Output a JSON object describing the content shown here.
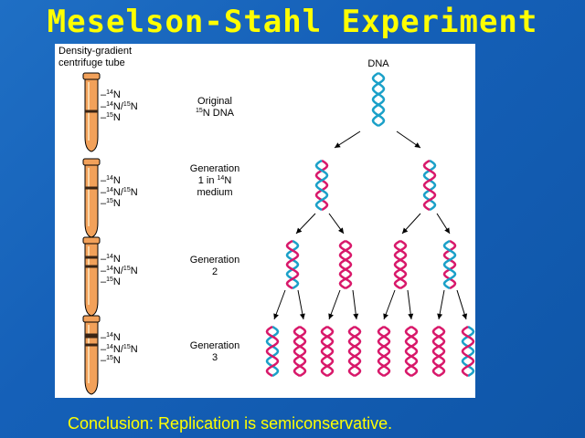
{
  "title": "Meselson-Stahl Experiment",
  "tube_header": {
    "line1": "Density-gradient",
    "line2": "centrifuge tube"
  },
  "band_labels": {
    "n14": "N",
    "n14_sup": "14",
    "hybrid_sup1": "14",
    "hybrid_mid": "N/",
    "hybrid_sup2": "15",
    "hybrid_end": "N",
    "n15_sup": "15",
    "n15": "N"
  },
  "generations": [
    {
      "line1": "Original",
      "line2_sup": "15",
      "line2": "N DNA",
      "line3": ""
    },
    {
      "line1": "Generation",
      "line2": "1 in ",
      "line2_sup": "14",
      "line2_end": "N",
      "line3": "medium"
    },
    {
      "line1": "Generation",
      "line2": "2"
    },
    {
      "line1": "Generation",
      "line2": "3"
    }
  ],
  "dna_label": "DNA",
  "conclusion": "Conclusion:  Replication is semiconservative.",
  "colors": {
    "old_strand": "#1aa0c8",
    "new_strand": "#d8186a",
    "tube": "#f2a15a",
    "title": "#ffff00"
  }
}
